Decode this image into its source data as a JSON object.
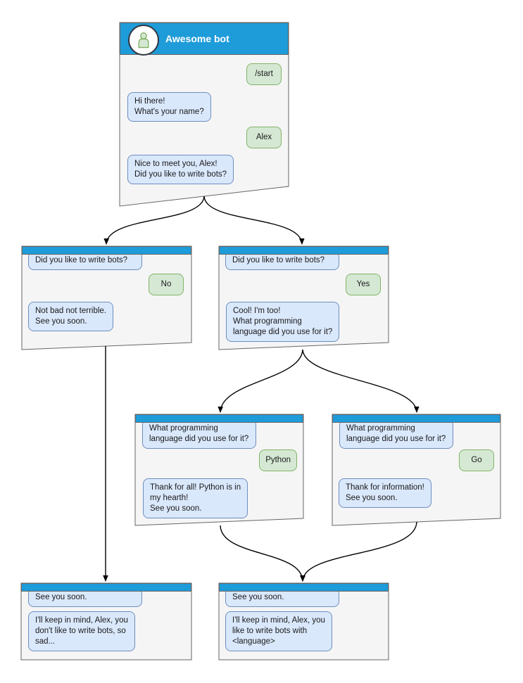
{
  "colors": {
    "header_blue": "#1e9bd9",
    "panel_fill": "#f5f5f5",
    "panel_border": "#666666",
    "bot_bubble_fill": "#dae8fc",
    "bot_bubble_border": "#6c8ebf",
    "user_bubble_fill": "#d5e8d4",
    "user_bubble_border": "#82b366",
    "arrow": "#000000"
  },
  "panels": {
    "main": {
      "title": "Awesome bot",
      "messages": [
        {
          "side": "user",
          "text": "/start"
        },
        {
          "side": "bot",
          "text": "Hi there!\nWhat's your name?"
        },
        {
          "side": "user",
          "text": "Alex"
        },
        {
          "side": "bot",
          "text": "Nice to meet you, Alex!\nDid you like to write bots?"
        }
      ]
    },
    "branch_no": {
      "messages": [
        {
          "side": "bot",
          "text": "Did you like to write bots?"
        },
        {
          "side": "user",
          "text": "No"
        },
        {
          "side": "bot",
          "text": "Not bad not terrible.\nSee you soon."
        }
      ]
    },
    "branch_yes": {
      "messages": [
        {
          "side": "bot",
          "text": "Did you like to write bots?"
        },
        {
          "side": "user",
          "text": "Yes"
        },
        {
          "side": "bot",
          "text": "Cool! I'm too!\nWhat programming\nlanguage did you use for it?"
        }
      ]
    },
    "branch_python": {
      "messages": [
        {
          "side": "bot",
          "text": "What programming\nlanguage did you use for it?"
        },
        {
          "side": "user",
          "text": "Python"
        },
        {
          "side": "bot",
          "text": "Thank for all! Python is in\nmy hearth!\nSee you soon."
        }
      ]
    },
    "branch_go": {
      "messages": [
        {
          "side": "bot",
          "text": "What programming\nlanguage did you use for it?"
        },
        {
          "side": "user",
          "text": "Go"
        },
        {
          "side": "bot",
          "text": "Thank for information!\nSee you soon."
        }
      ]
    },
    "end_no": {
      "messages": [
        {
          "side": "bot",
          "text": "See you soon."
        },
        {
          "side": "bot",
          "text": "I'll keep in mind, Alex, you\ndon't like to write bots, so\nsad..."
        }
      ]
    },
    "end_yes": {
      "messages": [
        {
          "side": "bot",
          "text": "See you soon."
        },
        {
          "side": "bot",
          "text": "I'll keep in mind, Alex, you\nlike to write bots with\n<language>"
        }
      ]
    }
  }
}
